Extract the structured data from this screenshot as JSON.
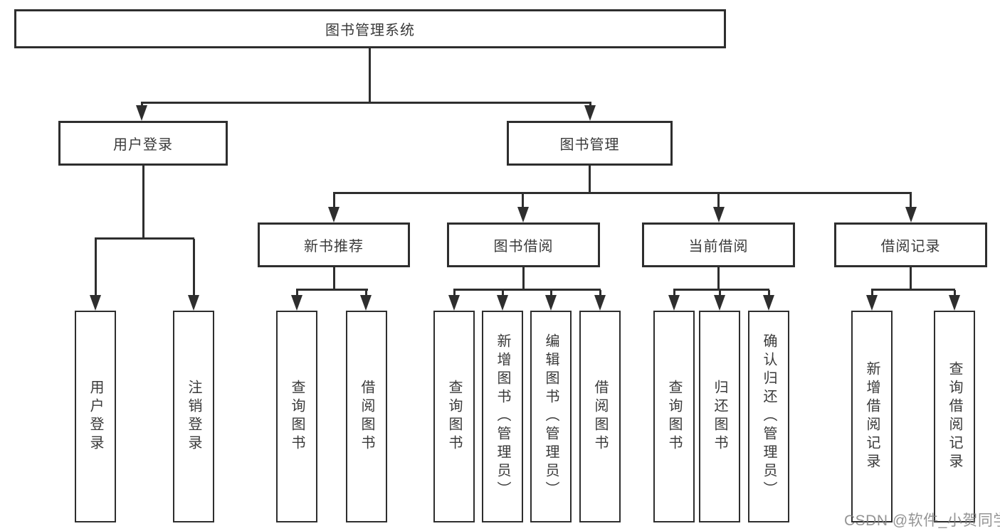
{
  "tree": {
    "root": "图书管理系统",
    "level2": {
      "user_login": "用户登录",
      "book_mgmt": "图书管理"
    },
    "level3": {
      "new_books": "新书推荐",
      "book_borrow": "图书借阅",
      "current_borrow": "当前借阅",
      "borrow_records": "借阅记录"
    },
    "leaves": {
      "under_user_login": [
        "用户登录",
        "注销登录"
      ],
      "under_new_books": [
        "查询图书",
        "借阅图书"
      ],
      "under_book_borrow": [
        "查询图书",
        "新增图书（管理员）",
        "编辑图书（管理员）",
        "借阅图书"
      ],
      "under_current_borrow": [
        "查询图书",
        "归还图书",
        "确认归还（管理员）"
      ],
      "under_borrow_records": [
        "新增借阅记录",
        "查询借阅记录"
      ]
    }
  },
  "watermark": {
    "text": "CSDN @软件_小贺同学"
  },
  "colors": {
    "line": "#2e2e2e",
    "text": "#3a3a3a",
    "watermark": "#9b9b9b",
    "background": "#ffffff"
  }
}
